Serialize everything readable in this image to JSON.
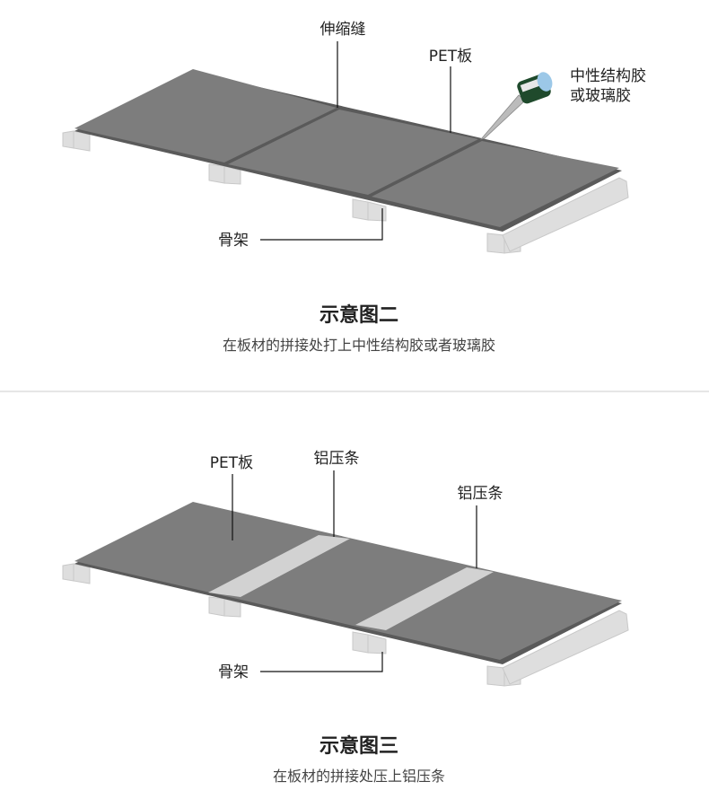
{
  "colors": {
    "panel": "#7d7d7d",
    "panel_edge": "#5a5a5a",
    "frame": "#dcdcdc",
    "strip": "#d2d2d2",
    "divider": "#e6e6e6"
  },
  "diagram2": {
    "labels": {
      "expansion_joint": "伸缩缝",
      "pet_board": "PET板",
      "sealant_line1": "中性结构胶",
      "sealant_line2": "或玻璃胶",
      "frame": "骨架"
    },
    "title": "示意图二",
    "subtitle": "在板材的拼接处打上中性结构胶或者玻璃胶"
  },
  "diagram3": {
    "labels": {
      "pet_board": "PET板",
      "aluminum_strip_1": "铝压条",
      "aluminum_strip_2": "铝压条",
      "frame": "骨架"
    },
    "title": "示意图三",
    "subtitle": "在板材的拼接处压上铝压条"
  }
}
